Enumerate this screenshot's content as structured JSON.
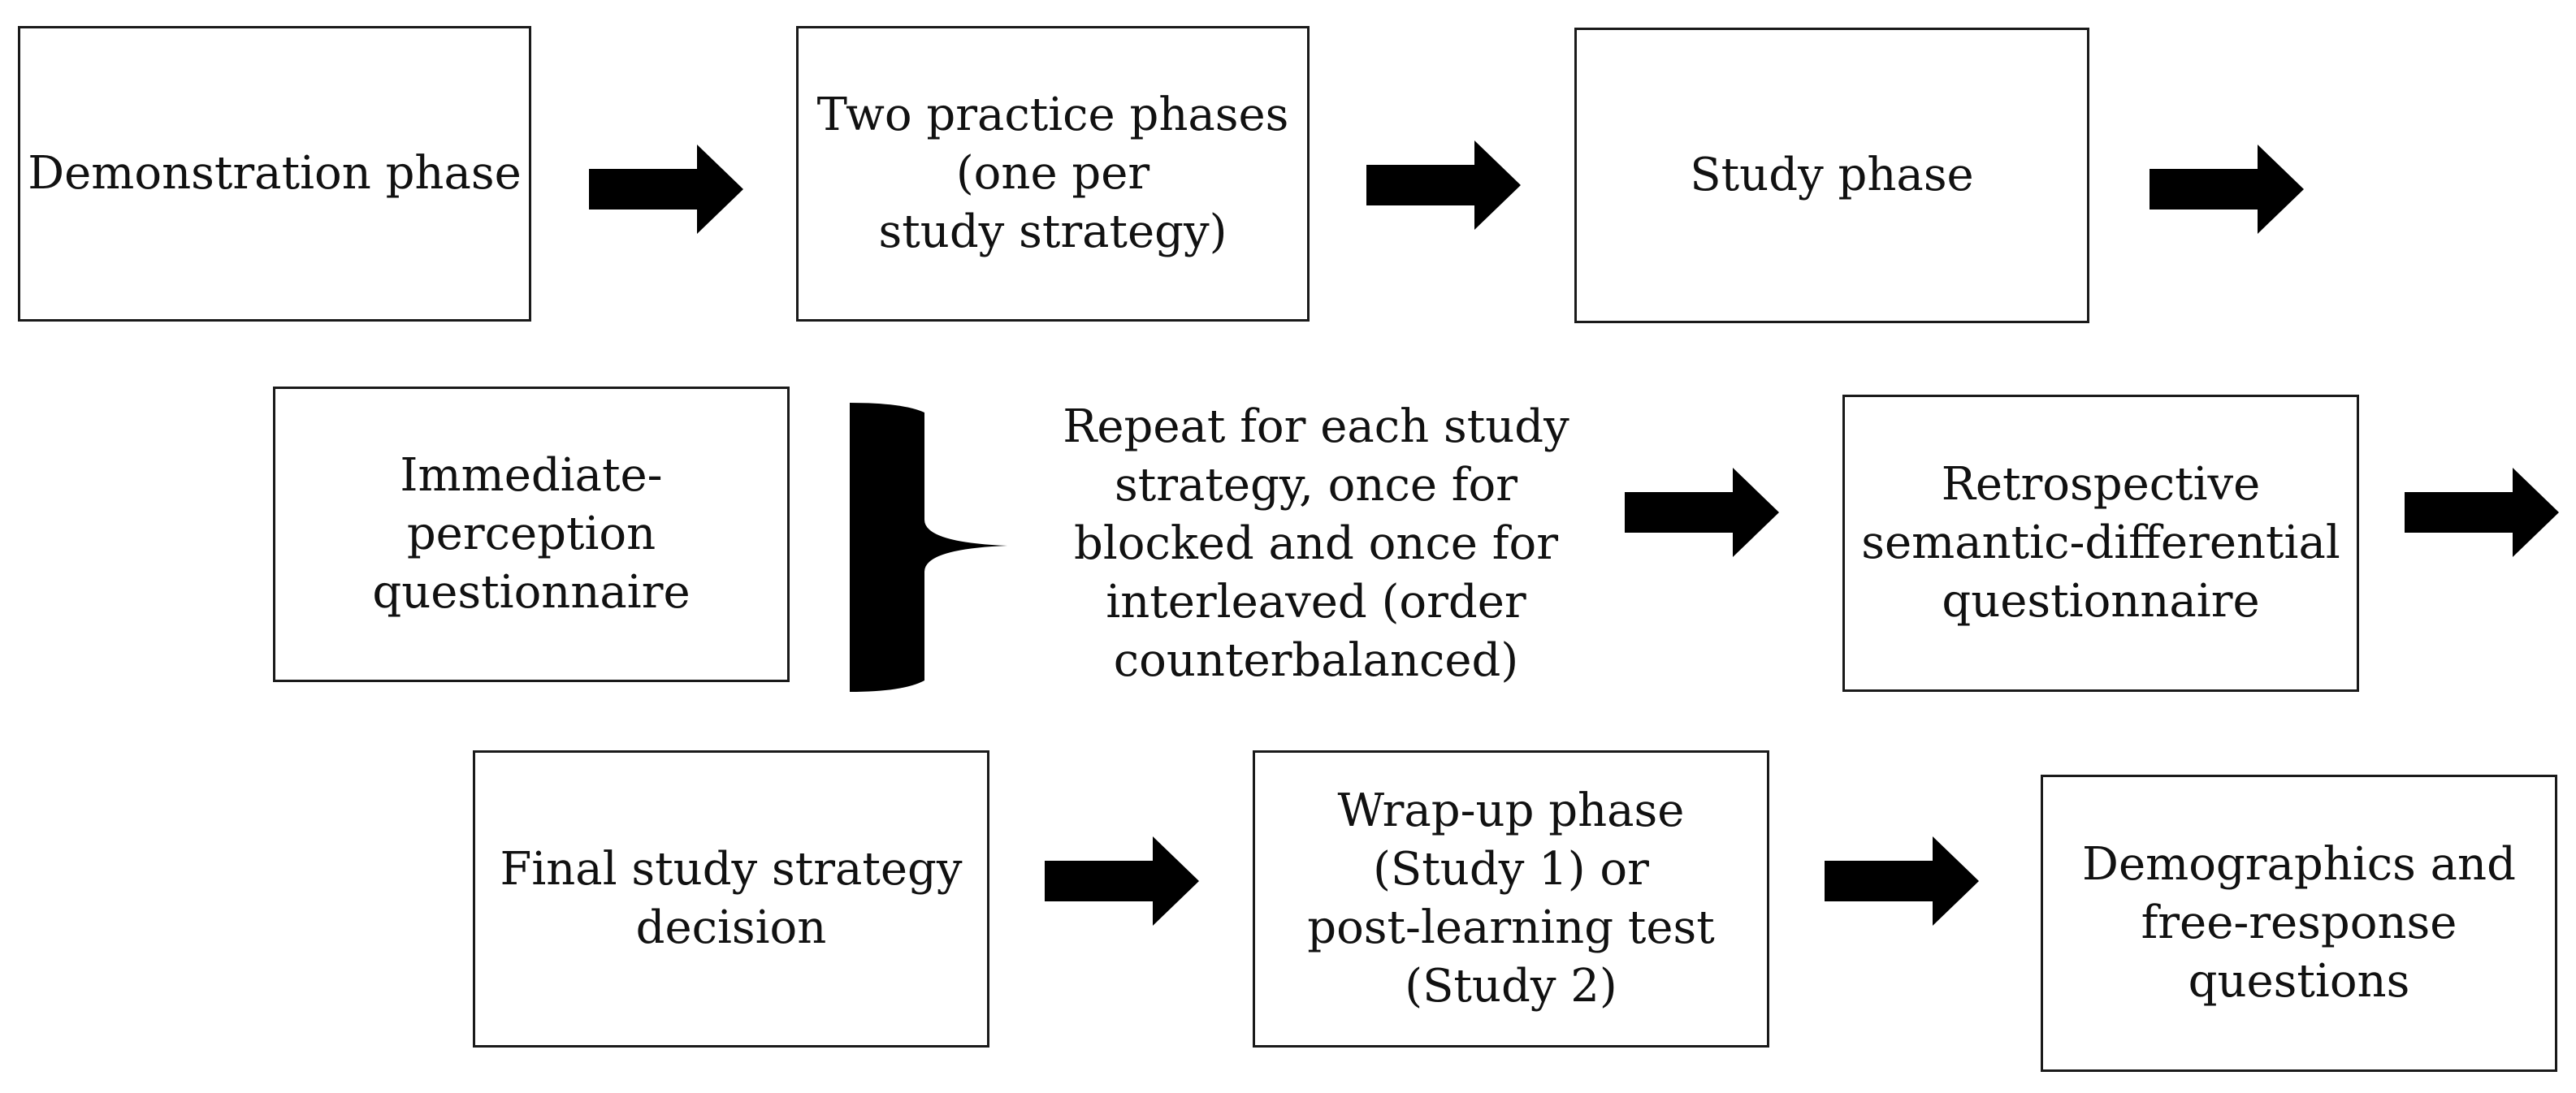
{
  "colors": {
    "arrow": "#000000",
    "border": "#1a1a1a",
    "text": "#111111",
    "background": "#ffffff"
  },
  "flow": {
    "demonstration": "Demonstration phase",
    "practice": "Two practice phases\n(one per\nstudy strategy)",
    "study": "Study phase",
    "immediate": "Immediate-\nperception\nquestionnaire",
    "repeat_note": "Repeat for each study\nstrategy, once for\nblocked and once for\ninterleaved (order\ncounterbalanced)",
    "retrospective": "Retrospective\nsemantic-differential\nquestionnaire",
    "final_decision": "Final study strategy\ndecision",
    "wrapup": "Wrap-up phase\n(Study 1) or\npost-learning test\n(Study 2)",
    "demographics": "Demographics and\nfree-response\nquestions"
  }
}
